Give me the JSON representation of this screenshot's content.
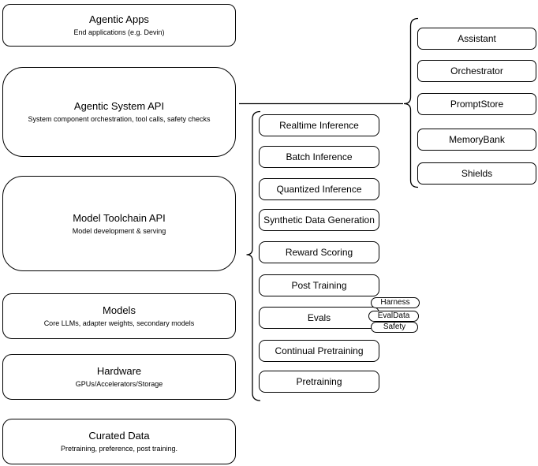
{
  "diagram": {
    "left_stack": [
      {
        "title": "Agentic Apps",
        "subtitle": "End applications (e.g. Devin)"
      },
      {
        "title": "Agentic System API",
        "subtitle": "System component orchestration, tool calls, safety checks"
      },
      {
        "title": "Model Toolchain API",
        "subtitle": "Model development & serving"
      },
      {
        "title": "Models",
        "subtitle": "Core LLMs, adapter weights, secondary models"
      },
      {
        "title": "Hardware",
        "subtitle": "GPUs/Accelerators/Storage"
      },
      {
        "title": "Curated Data",
        "subtitle": "Pretraining, preference, post training."
      }
    ],
    "toolchain_items": [
      "Realtime Inference",
      "Batch Inference",
      "Quantized Inference",
      "Synthetic Data Generation",
      "Reward Scoring",
      "Post Training",
      "Evals",
      "Continual Pretraining",
      "Pretraining"
    ],
    "eval_tags": [
      "Harness",
      "EvalData",
      "Safety"
    ],
    "system_components": [
      "Assistant",
      "Orchestrator",
      "PromptStore",
      "MemoryBank",
      "Shields"
    ],
    "colors": {
      "border": "#000000",
      "background": "#ffffff",
      "text": "#000000"
    }
  }
}
